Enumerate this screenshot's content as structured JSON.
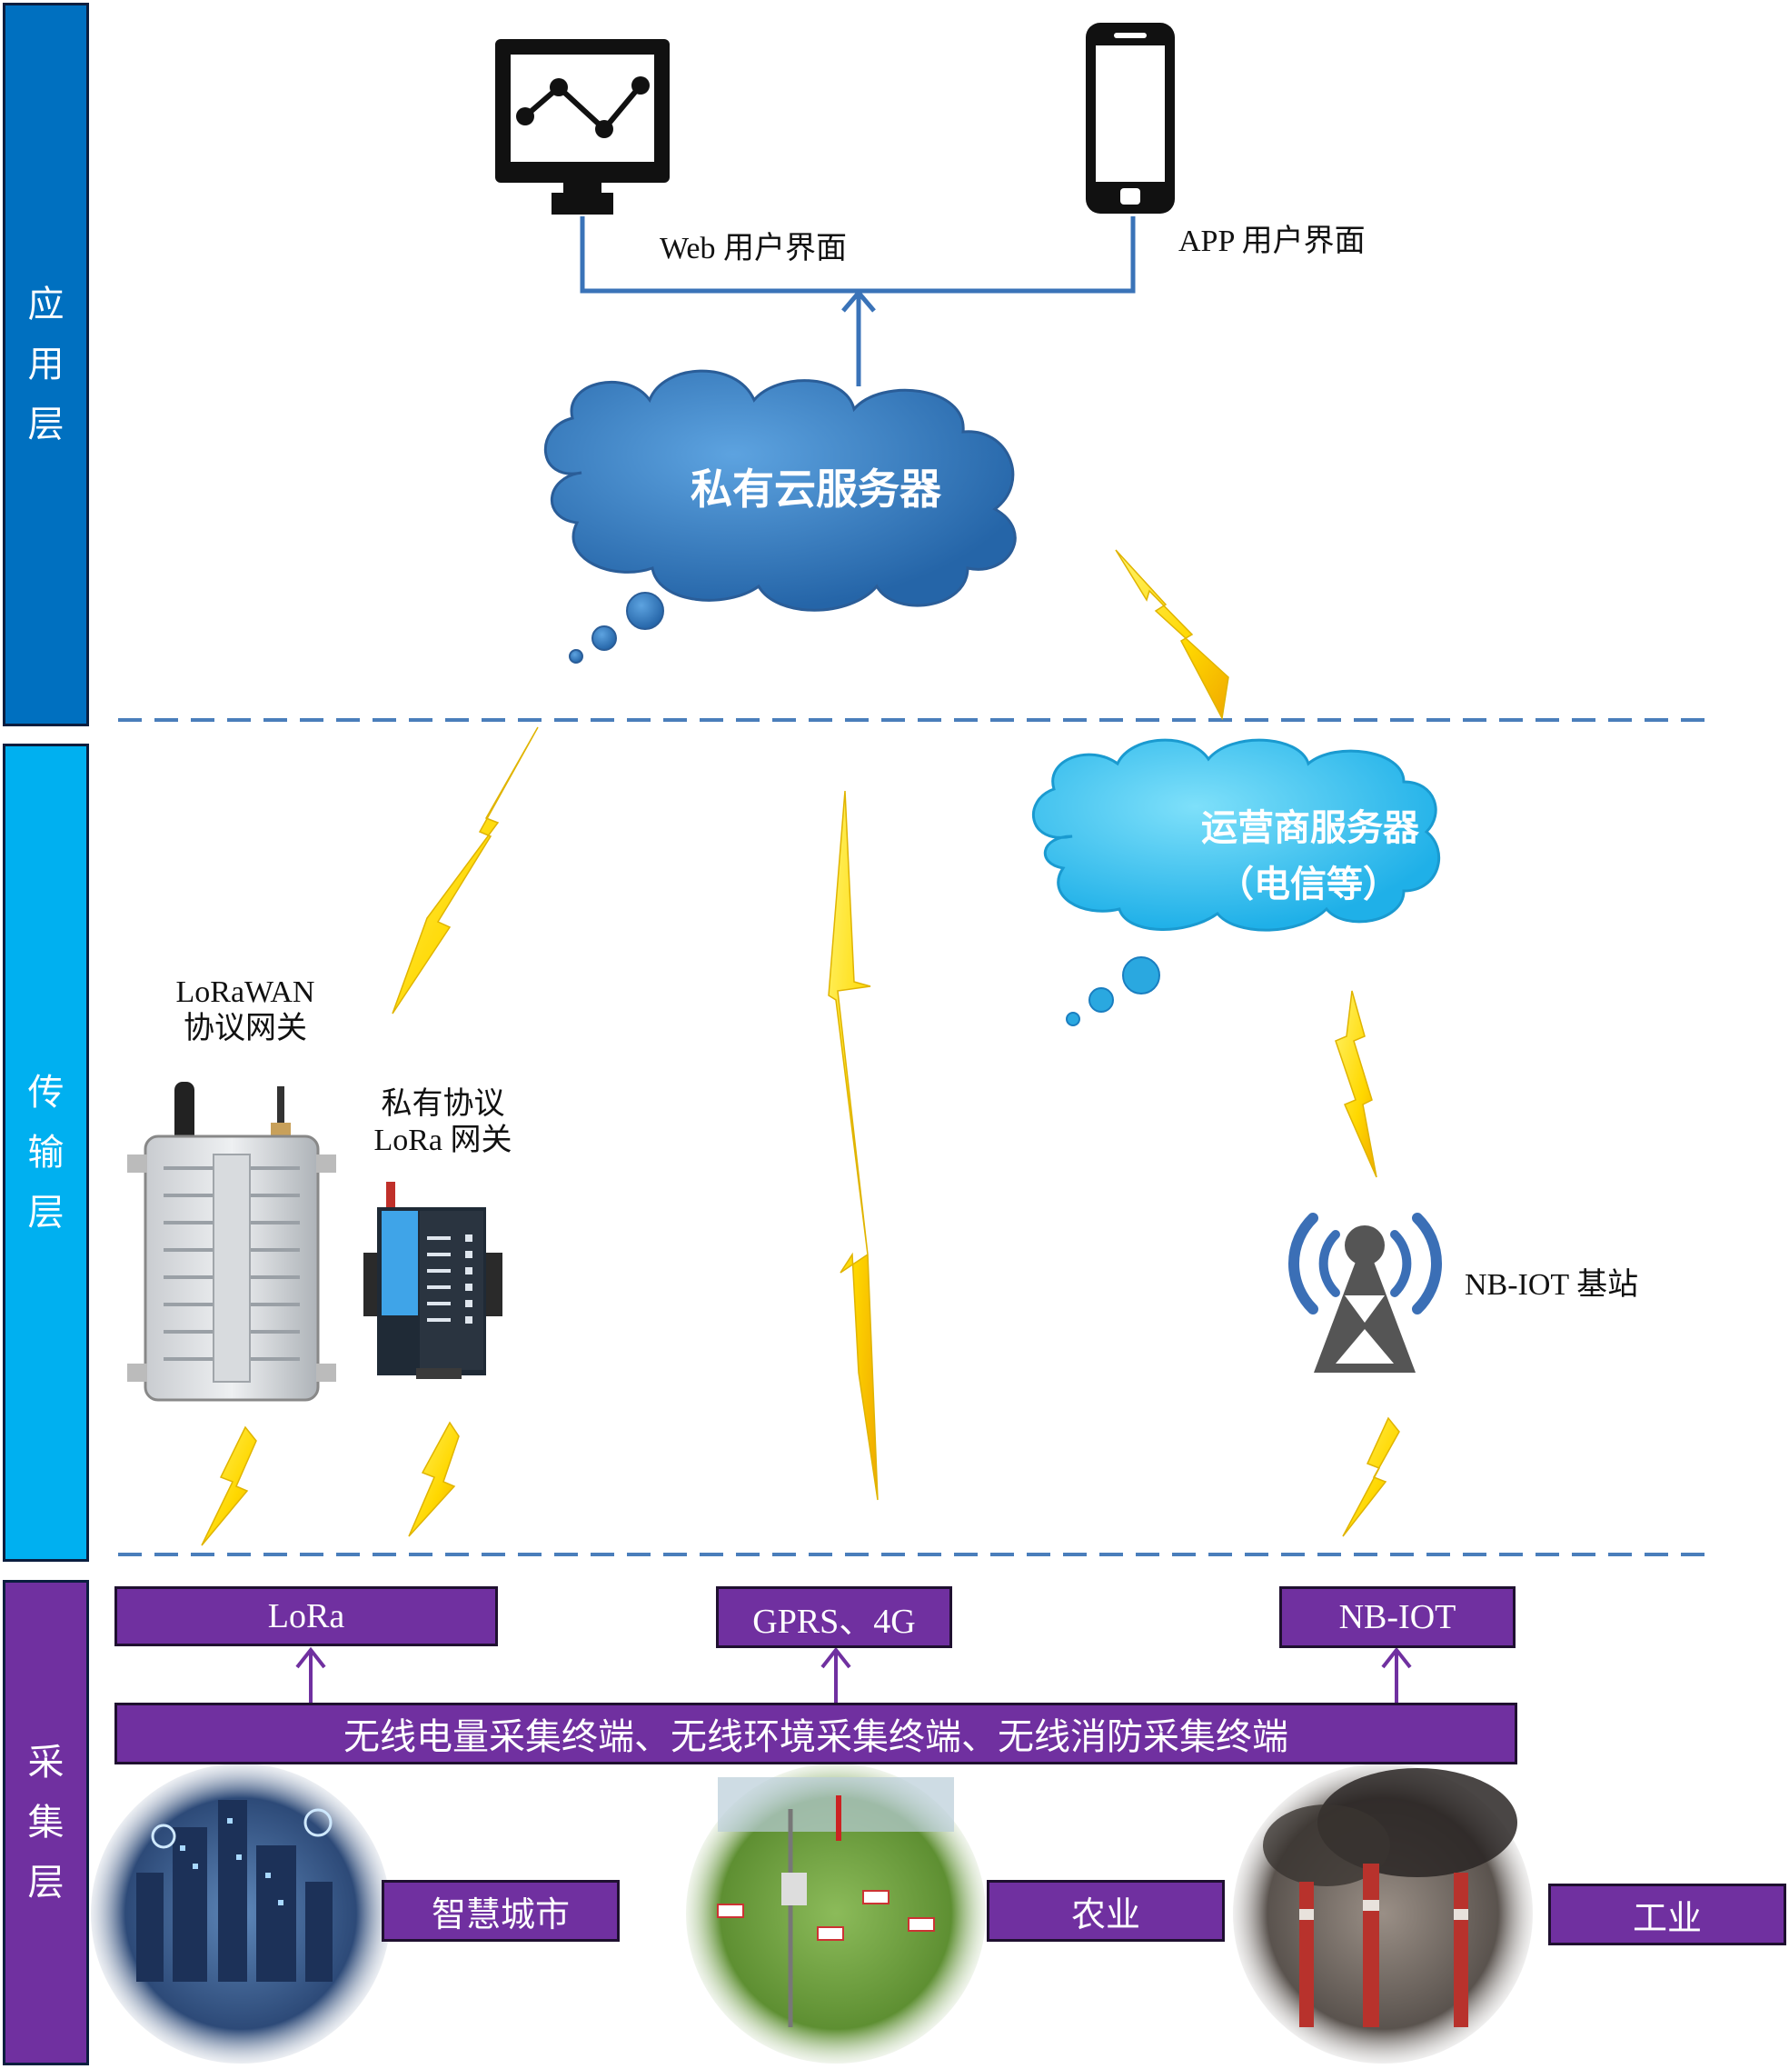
{
  "layers": {
    "application": "应用层",
    "transport": "传输层",
    "collection": "采集层"
  },
  "app": {
    "web_label": "Web 用户界面",
    "app_label": "APP 用户界面",
    "private_cloud": "私有云服务器"
  },
  "transport": {
    "operator_cloud_line1": "运营商服务器",
    "operator_cloud_line2": "（电信等）",
    "lorawan_gw_line1": "LoRaWAN",
    "lorawan_gw_line2": "协议网关",
    "private_gw_line1": "私有协议",
    "private_gw_line2": "LoRa 网关",
    "nbiot_station": "NB-IOT 基站"
  },
  "collection": {
    "protocols": [
      "LoRa",
      "GPRS、4G",
      "NB-IOT"
    ],
    "terminals": "无线电量采集终端、无线环境采集终端、无线消防采集终端",
    "scenes": [
      "智慧城市",
      "农业",
      "工业"
    ]
  },
  "colors": {
    "app_layer": "#0070c0",
    "transport_layer": "#00b0f0",
    "collection_layer": "#7030a0",
    "private_cloud": "#2e75b6",
    "operator_cloud": "#33c3f0",
    "lightning": "#ffe000",
    "dashed_line": "#4a7ebb"
  }
}
